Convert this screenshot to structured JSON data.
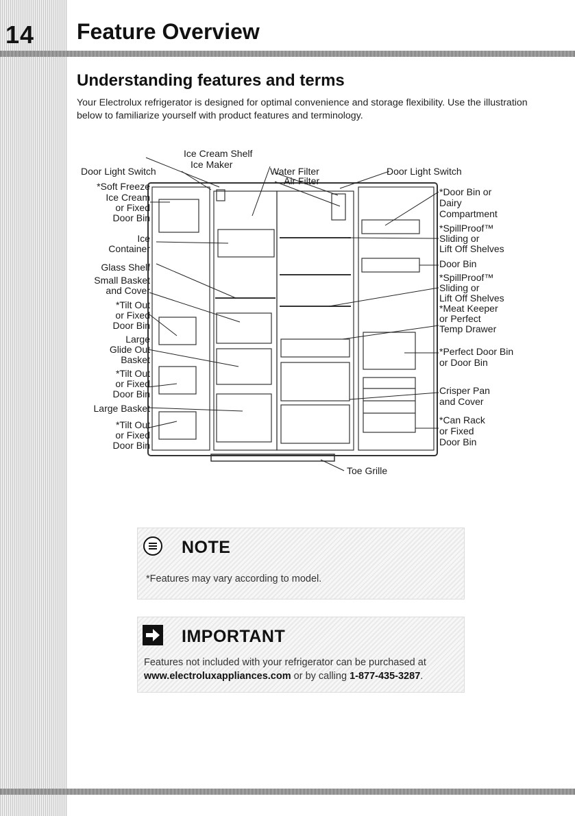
{
  "header": {
    "page_number": "14",
    "title": "Feature Overview"
  },
  "section": {
    "title": "Understanding features and terms",
    "intro": "Your Electrolux refrigerator is designed for optimal convenience and storage flexibility. Use the illustration below to familiarize yourself with product features and terminology."
  },
  "diagram": {
    "labels": {
      "ice_cream_shelf": "Ice Cream Shelf",
      "ice_maker": "Ice Maker",
      "door_light_switch_left": "Door Light Switch",
      "water_filter": "Water Filter",
      "air_filter": "Air Filter",
      "door_light_switch_right": "Door Light Switch",
      "soft_freeze_1": "*Soft Freeze",
      "soft_freeze_2": "Ice Cream",
      "soft_freeze_3": "or Fixed",
      "soft_freeze_4": "Door Bin",
      "ice_container_1": "Ice",
      "ice_container_2": "Container",
      "glass_shelf": "Glass Shelf",
      "small_basket_1": "Small Basket",
      "small_basket_2": "and Cover",
      "tilt_out_a_1": "*Tilt Out",
      "tilt_out_a_2": "or Fixed",
      "tilt_out_a_3": "Door Bin",
      "large_glide_1": "Large",
      "large_glide_2": "Glide Out",
      "large_glide_3": "Basket",
      "tilt_out_b_1": "*Tilt Out",
      "tilt_out_b_2": "or Fixed",
      "tilt_out_b_3": "Door Bin",
      "large_basket": "Large Basket",
      "tilt_out_c_1": "*Tilt Out",
      "tilt_out_c_2": "or Fixed",
      "tilt_out_c_3": "Door Bin",
      "door_bin_dairy_1": "*Door Bin or",
      "door_bin_dairy_2": "Dairy",
      "door_bin_dairy_3": "Compartment",
      "spillproof_a_1": "*SpillProof™",
      "spillproof_a_2": "Sliding or",
      "spillproof_a_3": "Lift Off Shelves",
      "door_bin": "Door Bin",
      "spillproof_b_1": "*SpillProof™",
      "spillproof_b_2": "Sliding or",
      "spillproof_b_3": "Lift Off Shelves",
      "meat_keeper_1": "*Meat Keeper",
      "meat_keeper_2": "or Perfect",
      "meat_keeper_3": "Temp Drawer",
      "perfect_door_bin_1": "*Perfect Door Bin",
      "perfect_door_bin_2": "or Door Bin",
      "crisper_1": "Crisper Pan",
      "crisper_2": "and Cover",
      "can_rack_1": "*Can Rack",
      "can_rack_2": "or Fixed",
      "can_rack_3": "Door Bin",
      "toe_grille": "Toe Grille"
    }
  },
  "note": {
    "title": "NOTE",
    "text": "*Features may vary according to model."
  },
  "important": {
    "title": "IMPORTANT",
    "line1": "Features not included with your refrigerator can be purchased at",
    "url": "www.electroluxappliances.com",
    "or_by_calling": " or by calling ",
    "phone": "1-877-435-3287",
    "period": "."
  },
  "colors": {
    "text": "#1a1a1a",
    "band": "#d9d9d9",
    "callout": "#efefef"
  }
}
